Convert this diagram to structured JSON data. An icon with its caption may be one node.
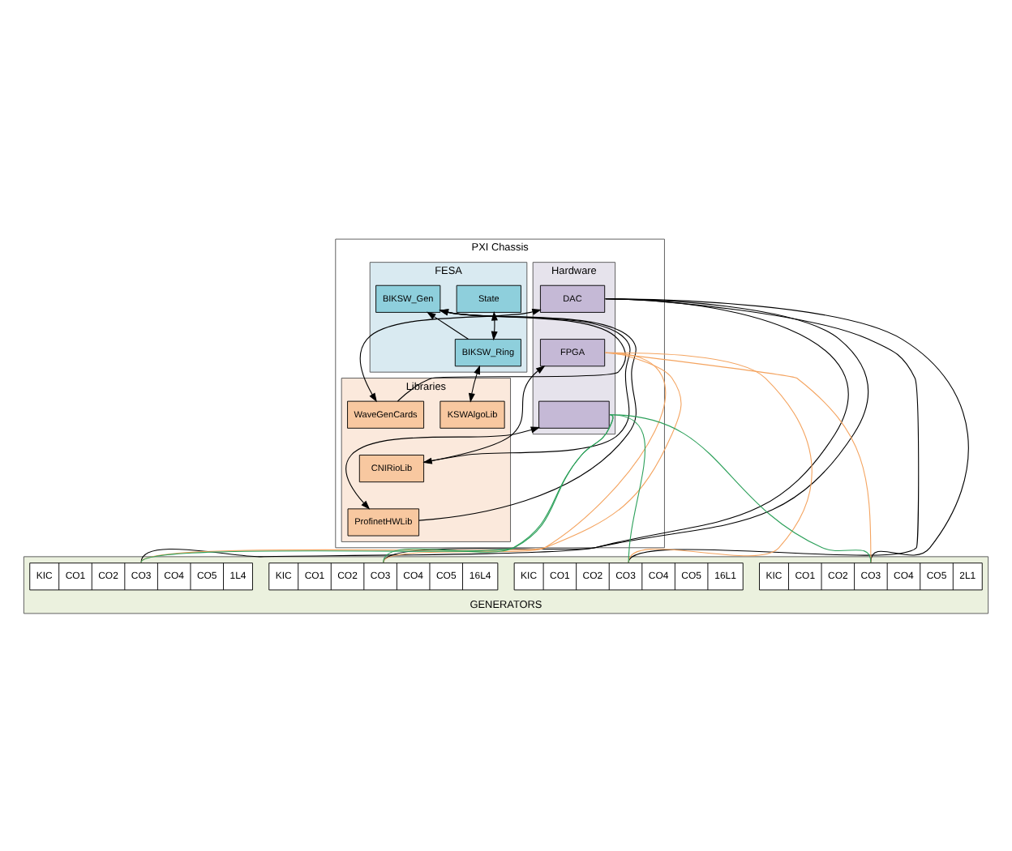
{
  "diagram": {
    "nodes": [
      {
        "text": [
          "PXI Chassis"
        ]
      },
      {
        "text": [
          "FESA"
        ],
        "in": 0
      },
      {
        "text": [
          "State"
        ],
        "in": 1
      },
      {
        "text": [
          "BIKSW_Ring"
        ],
        "in": 1
      },
      {
        "text": [
          "BIKSW_Gen"
        ],
        "in": 1
      },
      {
        "text": [
          "Libraries"
        ],
        "in": 0
      },
      {
        "text": [
          "KSWAlgoLib"
        ],
        "in": 5
      },
      {
        "text": [
          "WaveGenCards"
        ],
        "in": 5
      },
      {
        "text": [
          "CNIRioLib"
        ],
        "in": 5
      },
      {
        "text": [
          "ProfinetHWLib"
        ],
        "in": 5
      },
      {
        "text": [
          "Hardware"
        ],
        "in": 0
      },
      {
        "text": [
          "DAC"
        ],
        "in": 10
      },
      {
        "text": [
          "FPGA"
        ],
        "in": 10
      },
      {
        "text": [],
        "shape": "box",
        "in": 10
      },
      {
        "text": [
          "GENERATORS"
        ]
      },
      {
        "text": [
          "KIC",
          "CO1",
          "CO2",
          "CO3",
          "CO4",
          "CO5",
          "16L4"
        ],
        "in": 14
      },
      {
        "text": [
          "KIC",
          "CO1",
          "CO2",
          "CO3",
          "CO4",
          "CO5",
          "1L4"
        ],
        "in": 14
      },
      {
        "text": [
          "KIC",
          "CO1",
          "CO2",
          "CO3",
          "CO4",
          "CO5",
          "16L1"
        ],
        "in": 14
      },
      {
        "text": [
          "KIC",
          "CO1",
          "CO2",
          "CO3",
          "CO4",
          "CO5",
          "2L1"
        ],
        "in": 14
      }
    ],
    "edges": [
      {
        "from": 2,
        "to": 3,
        "arrow": "both"
      },
      {
        "from": 3,
        "to": 4,
        "arrow": "to"
      },
      {
        "from": 6,
        "to": 3,
        "arrow": "both"
      },
      {
        "from": 7,
        "to": 4,
        "arrow": "to"
      },
      {
        "from": 8,
        "to": 4,
        "arrow": "to"
      },
      {
        "from": 9,
        "to": 4,
        "arrow": "to"
      },
      {
        "from": 7,
        "to": 11,
        "arrow": "both"
      },
      {
        "from": 8,
        "to": 12,
        "arrow": "both"
      },
      {
        "from": 9,
        "to": 13,
        "arrow": "both"
      },
      {
        "from": 11,
        "to": 15,
        "arrow": "none"
      },
      {
        "from": 11,
        "to": 16,
        "arrow": "none"
      },
      {
        "from": 11,
        "to": 17,
        "arrow": "none"
      },
      {
        "from": 11,
        "to": 18,
        "arrow": "none"
      },
      {
        "from": 12,
        "to": 15,
        "arrow": "none",
        "color": "#f4a460"
      },
      {
        "from": 12,
        "to": 16,
        "arrow": "none",
        "color": "#f4a460"
      },
      {
        "from": 12,
        "to": 17,
        "arrow": "none",
        "color": "#f4a460"
      },
      {
        "from": 12,
        "to": 18,
        "arrow": "none",
        "color": "#f4a460"
      },
      {
        "from": 13,
        "to": 15,
        "arrow": "none",
        "color": "#2ca05a"
      },
      {
        "from": 13,
        "to": 16,
        "arrow": "none",
        "color": "#2ca05a"
      },
      {
        "from": 13,
        "to": 17,
        "arrow": "none",
        "color": "#2ca05a"
      },
      {
        "from": 13,
        "to": 18,
        "arrow": "none",
        "color": "#2ca05a"
      }
    ]
  }
}
